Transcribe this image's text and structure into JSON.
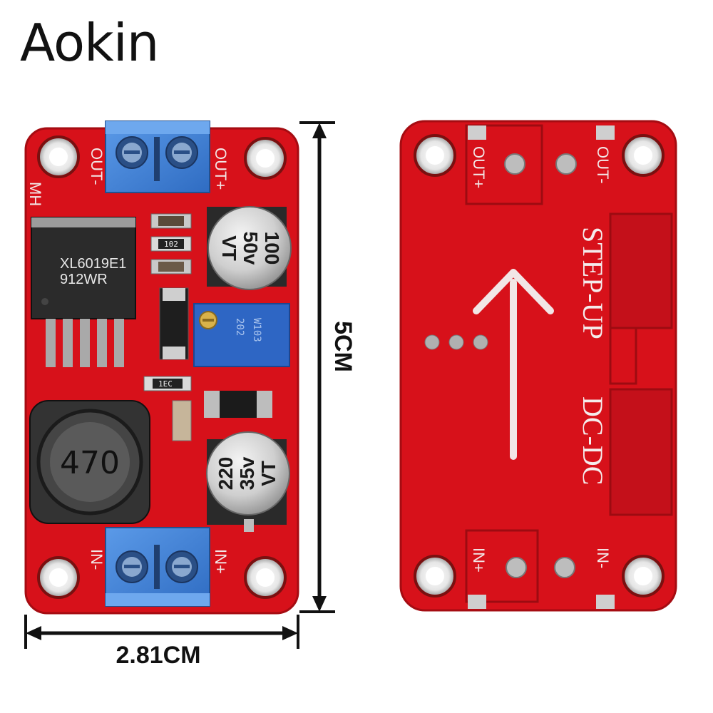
{
  "brand": {
    "name": "Aokin"
  },
  "dimensions": {
    "height_label": "5CM",
    "width_label": "2.81CM"
  },
  "front_board": {
    "labels": {
      "out_minus": "OUT-",
      "out_plus": "OUT+",
      "in_minus": "IN-",
      "in_plus": "IN+",
      "side_mark": "MH"
    },
    "ic": {
      "line1": "XL6019E1",
      "line2": "912WR"
    },
    "smd_labels": {
      "r1": "102",
      "r2": "1EC"
    },
    "inductor": {
      "value": "470"
    },
    "cap_top": {
      "line1": "100",
      "line2": "50v",
      "line3": "VT"
    },
    "cap_bottom": {
      "line1": "220",
      "line2": "35v",
      "line3": "VT"
    },
    "trimmer": {
      "line1": "W103",
      "line2": "202"
    }
  },
  "back_board": {
    "labels": {
      "out_plus": "OUT+",
      "out_minus": "OUT-",
      "in_plus": "IN+",
      "in_minus": "IN-",
      "title_line1": "STEP-UP",
      "title_line2": "DC-DC"
    }
  },
  "colors": {
    "pcb_red": "#d7111a",
    "pcb_dark": "#b50d14",
    "terminal_blue": "#3d7fd6",
    "silk": "#f2e6e6"
  }
}
